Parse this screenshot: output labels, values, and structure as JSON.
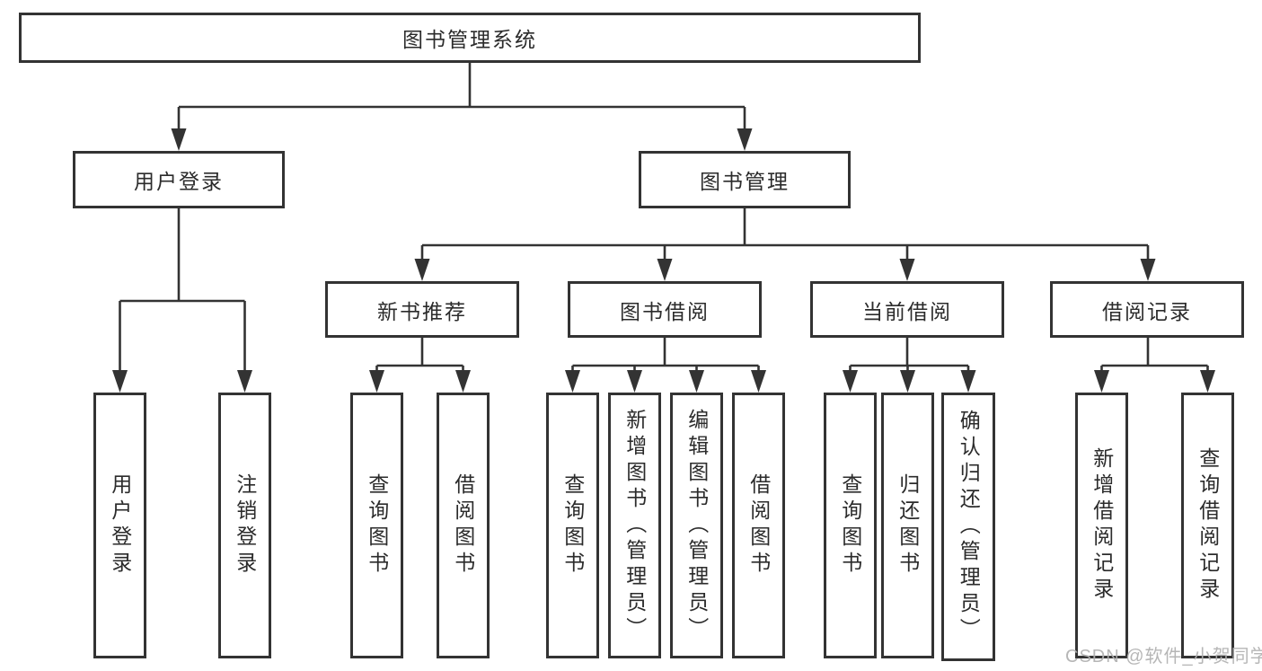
{
  "colors": {
    "line": "#333333",
    "box_background": "#ffffff",
    "text": "#2b2b2b",
    "watermark": "#b0b0b0"
  },
  "tree": {
    "root": {
      "label": "图书管理系统"
    },
    "branches": [
      {
        "label": "用户登录",
        "children": [
          {
            "label": "用户登录"
          },
          {
            "label": "注销登录"
          }
        ]
      },
      {
        "label": "图书管理",
        "children": [
          {
            "label": "新书推荐",
            "children": [
              {
                "label": "查询图书"
              },
              {
                "label": "借阅图书"
              }
            ]
          },
          {
            "label": "图书借阅",
            "children": [
              {
                "label": "查询图书"
              },
              {
                "label": "新增图书（管理员）"
              },
              {
                "label": "编辑图书（管理员）"
              },
              {
                "label": "借阅图书"
              }
            ]
          },
          {
            "label": "当前借阅",
            "children": [
              {
                "label": "查询图书"
              },
              {
                "label": "归还图书"
              },
              {
                "label": "确认归还（管理员）"
              }
            ]
          },
          {
            "label": "借阅记录",
            "children": [
              {
                "label": "新增借阅记录"
              },
              {
                "label": "查询借阅记录"
              }
            ]
          }
        ]
      }
    ]
  },
  "watermark": {
    "text": "CSDN @软件_小贺同学"
  }
}
